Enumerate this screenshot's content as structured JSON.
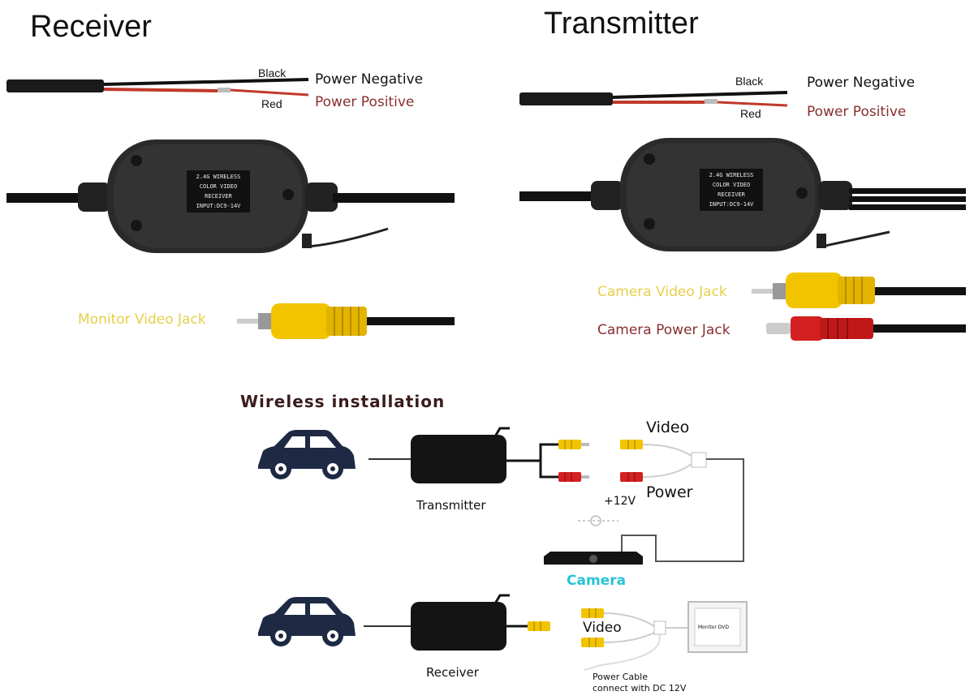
{
  "receiver": {
    "title": "Receiver",
    "wire_black": "Black",
    "wire_red": "Red",
    "power_negative": "Power Negative",
    "power_positive": "Power Positive",
    "box_label": [
      "2.4G WIRELESS",
      "COLOR VIDEO",
      "RECEIVER",
      "INPUT:DC9-14V"
    ],
    "monitor_jack": "Monitor Video Jack"
  },
  "transmitter": {
    "title": "Transmitter",
    "wire_black": "Black",
    "wire_red": "Red",
    "power_negative": "Power  Negative",
    "power_positive": "Power  Positive",
    "box_label": [
      "2.4G WIRELESS",
      "COLOR VIDEO",
      "RECEIVER",
      "INPUT:DC9-14V"
    ],
    "camera_video": "Camera Video Jack",
    "camera_power": "Camera Power Jack"
  },
  "installation": {
    "title": "Wireless installation",
    "video": "Video",
    "power": "Power",
    "plus12v": "+12V",
    "transmitter": "Transmitter",
    "camera": "Camera",
    "receiver": "Receiver",
    "video2": "Video",
    "monitor": "Monitor DVD",
    "power_cable_1": "Power Cable",
    "power_cable_2": "connect with DC 12V"
  },
  "colors": {
    "yellow_jack": "#f2c400",
    "red_jack": "#d42020",
    "camera_text": "#27c3d6",
    "yellow_text": "#e6cf4a",
    "red_text": "#8a2f2f"
  }
}
